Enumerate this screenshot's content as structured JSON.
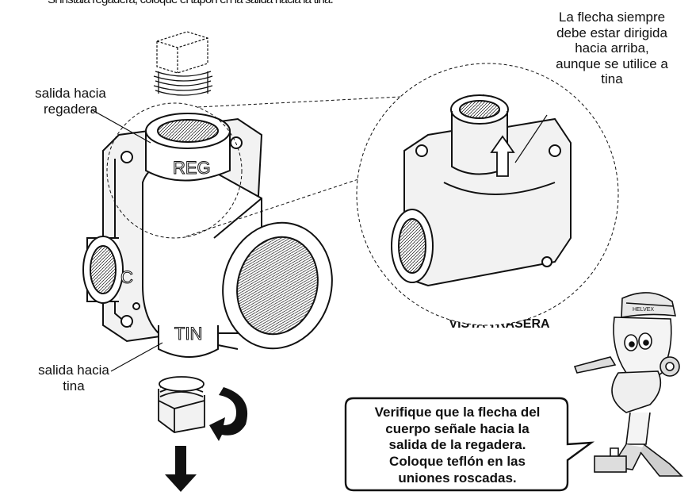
{
  "top_caption": "Si instala regadera, coloque el tapón en la salida hacia la tina.",
  "arrow_note": {
    "lines": [
      "La flecha siempre",
      "debe estar dirigida",
      "hacia arriba,",
      "aunque se utilice a",
      "tina"
    ]
  },
  "label_shower_outlet": {
    "lines": [
      "salida hacia",
      "regadera"
    ]
  },
  "label_tub_outlet": {
    "lines": [
      "salida hacia",
      "tina"
    ]
  },
  "rear_view_label": "VISTA TRASERA",
  "body_markings": {
    "shower": "REG",
    "tub": "TIN",
    "side": "C"
  },
  "callout": {
    "lines": [
      "Verifique que la flecha del",
      "cuerpo señale hacia la",
      "salida de la regadera.",
      "Coloque teflón en las",
      "uniones roscadas."
    ]
  },
  "mascot_cap_text": "HELVEX",
  "colors": {
    "ink": "#111111",
    "fill_light": "#f2f2f2",
    "background": "#ffffff"
  }
}
